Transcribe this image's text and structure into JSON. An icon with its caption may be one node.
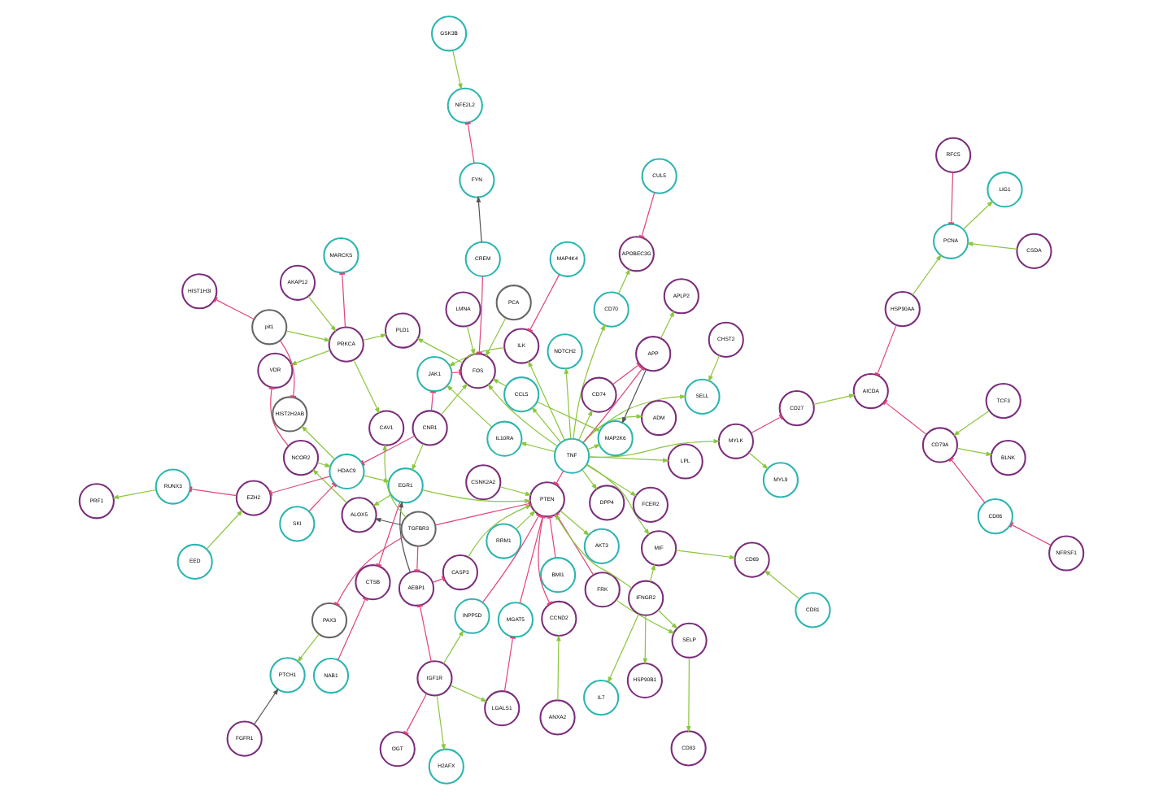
{
  "diagram": {
    "nodes": [
      {
        "text": [
          "ANXA2"
        ]
      },
      {
        "text": [
          "CHST2"
        ]
      },
      {
        "text": [
          "CD83"
        ]
      },
      {
        "text": [
          "CUL5"
        ]
      },
      {
        "text": [
          "CCND2"
        ]
      },
      {
        "text": [
          "BMI1"
        ]
      },
      {
        "text": [
          "RRM1"
        ]
      },
      {
        "text": [
          "SELL"
        ]
      },
      {
        "text": [
          "FRK"
        ]
      },
      {
        "text": [
          "MGAT5"
        ]
      },
      {
        "text": [
          "HSP90B1"
        ]
      },
      {
        "text": [
          "APOBEC3G"
        ]
      },
      {
        "text": [
          "SELP"
        ]
      },
      {
        "text": [
          "LGALS1"
        ]
      },
      {
        "text": [
          "AKT3"
        ]
      },
      {
        "text": [
          "BLNK"
        ]
      },
      {
        "text": [
          "TCF3"
        ]
      },
      {
        "text": [
          "CD81"
        ]
      },
      {
        "text": [
          "CD70"
        ]
      },
      {
        "text": [
          "DPP4"
        ]
      },
      {
        "text": [
          "NFRSF1"
        ]
      },
      {
        "text": [
          "OGT"
        ]
      },
      {
        "text": [
          "H2AFX"
        ]
      },
      {
        "text": [
          "INPP5D"
        ]
      },
      {
        "text": [
          "PTEN"
        ]
      },
      {
        "text": [
          "IFNGR2"
        ]
      },
      {
        "text": [
          "CD69"
        ]
      },
      {
        "text": [
          "MIF"
        ]
      },
      {
        "text": [
          "CD79A"
        ]
      },
      {
        "text": [
          "IGF1R"
        ]
      },
      {
        "text": [
          "AEBP1"
        ]
      },
      {
        "text": [
          "CASP3"
        ]
      },
      {
        "text": [
          "IL7"
        ]
      },
      {
        "text": [
          "IL10RA"
        ]
      },
      {
        "text": [
          "TNF"
        ]
      },
      {
        "text": [
          "CD86"
        ]
      },
      {
        "text": [
          "PAX3"
        ]
      },
      {
        "text": [
          "TGFBR3"
        ]
      },
      {
        "text": [
          "CSNK2A2"
        ]
      },
      {
        "text": [
          "ILK"
        ]
      },
      {
        "text": [
          "ADM"
        ]
      },
      {
        "text": [
          "NOTCH2"
        ]
      },
      {
        "text": [
          "CD27"
        ]
      },
      {
        "text": [
          "AICDA"
        ]
      },
      {
        "text": [
          "NAB1"
        ]
      },
      {
        "text": [
          "CTSB"
        ]
      },
      {
        "text": [
          "EGR1"
        ]
      },
      {
        "text": [
          "JAK1"
        ]
      },
      {
        "text": [
          "MAP4K4"
        ]
      },
      {
        "text": [
          "LPL"
        ]
      },
      {
        "text": [
          "CD74"
        ]
      },
      {
        "text": [
          "HSP90AA"
        ]
      },
      {
        "text": [
          "PTCH1"
        ]
      },
      {
        "text": [
          "CAV1"
        ]
      },
      {
        "text": [
          "ALOX5"
        ]
      },
      {
        "text": [
          "MYLK"
        ]
      },
      {
        "text": [
          "FCER2"
        ]
      },
      {
        "text": [
          "PRF1"
        ]
      },
      {
        "text": [
          "CCL5"
        ]
      },
      {
        "text": [
          "APP"
        ]
      },
      {
        "text": [
          "FOS"
        ]
      },
      {
        "text": [
          "CNR1"
        ]
      },
      {
        "text": [
          "NCOR2"
        ]
      },
      {
        "text": [
          "FGFR1"
        ]
      },
      {
        "text": [
          "PCNA"
        ]
      },
      {
        "text": [
          "CSDA"
        ]
      },
      {
        "text": [
          "MAP2K6"
        ]
      },
      {
        "text": [
          "VDR"
        ]
      },
      {
        "text": [
          "HDAC9"
        ]
      },
      {
        "text": [
          "PLD1"
        ]
      },
      {
        "text": [
          "MYL9"
        ]
      },
      {
        "text": [
          "RFC5"
        ]
      },
      {
        "text": [
          "PRKCA"
        ]
      },
      {
        "text": [
          "PCA"
        ]
      },
      {
        "text": [
          "RUNX3"
        ]
      },
      {
        "text": [
          "CREM"
        ]
      },
      {
        "text": [
          "LIG1"
        ]
      },
      {
        "text": [
          "AKAP12"
        ]
      },
      {
        "text": [
          "HIST2H2AB"
        ]
      },
      {
        "text": [
          "SKI"
        ]
      },
      {
        "text": [
          "EZH2"
        ]
      },
      {
        "text": [
          "LMNA"
        ]
      },
      {
        "text": [
          "APLP2"
        ]
      },
      {
        "text": [
          "FYN"
        ]
      },
      {
        "text": [
          "NFE2L2"
        ]
      },
      {
        "text": [
          "MARCKS"
        ]
      },
      {
        "text": [
          "pit1"
        ]
      },
      {
        "text": [
          "GSK3B"
        ]
      },
      {
        "text": [
          "HIST1H3I"
        ]
      },
      {
        "text": [
          "EED"
        ]
      }
    ],
    "edges": [
      {
        "from": 0,
        "to": 4,
        "arrow": "to"
      },
      {
        "from": 1,
        "to": 7,
        "arrow": "to"
      },
      {
        "from": 3,
        "to": 11,
        "arrow": "other",
        "color": "#e0457b"
      },
      {
        "from": 24,
        "to": 4,
        "arrow": "other",
        "color": "#e0457b"
      },
      {
        "from": 5,
        "to": 24,
        "arrow": "other",
        "color": "#e0457b"
      },
      {
        "from": 6,
        "to": 24,
        "arrow": "to"
      },
      {
        "from": 8,
        "to": 24,
        "arrow": "other",
        "color": "#e0457b"
      },
      {
        "from": 8,
        "to": 12,
        "arrow": "to"
      },
      {
        "from": 13,
        "to": 9,
        "arrow": "other",
        "color": "#e0457b"
      },
      {
        "from": 9,
        "to": 24,
        "arrow": "other",
        "color": "#e0457b"
      },
      {
        "from": 24,
        "to": 14,
        "arrow": "to"
      },
      {
        "from": 23,
        "to": 24,
        "arrow": "other",
        "color": "#e0457b"
      },
      {
        "from": 12,
        "to": 2,
        "arrow": "to"
      },
      {
        "from": 25,
        "to": 12,
        "arrow": "to"
      },
      {
        "from": 25,
        "to": 10,
        "arrow": "to"
      },
      {
        "from": 25,
        "to": 24,
        "arrow": "to"
      },
      {
        "from": 25,
        "to": 32,
        "arrow": "to"
      },
      {
        "from": 25,
        "to": 27,
        "arrow": "to"
      },
      {
        "from": 34,
        "to": 7,
        "arrow": "to"
      },
      {
        "from": 18,
        "to": 11,
        "arrow": "to"
      },
      {
        "from": 34,
        "to": 18,
        "arrow": "to"
      },
      {
        "from": 34,
        "to": 19,
        "arrow": "to"
      },
      {
        "from": 17,
        "to": 26,
        "arrow": "to"
      },
      {
        "from": 27,
        "to": 26,
        "arrow": "to"
      },
      {
        "from": 34,
        "to": 27,
        "arrow": "to"
      },
      {
        "from": 34,
        "to": 24,
        "arrow": "other",
        "color": "#e0457b"
      },
      {
        "from": 34,
        "to": 33,
        "arrow": "to"
      },
      {
        "from": 34,
        "to": 41,
        "arrow": "to"
      },
      {
        "from": 34,
        "to": 39,
        "arrow": "to"
      },
      {
        "from": 34,
        "to": 49,
        "arrow": "to"
      },
      {
        "from": 34,
        "to": 60,
        "arrow": "to"
      },
      {
        "from": 34,
        "to": 59,
        "arrow": "other",
        "color": "#e0457b"
      },
      {
        "from": 34,
        "to": 58,
        "arrow": "to"
      },
      {
        "from": 34,
        "to": 66,
        "arrow": "to"
      },
      {
        "from": 34,
        "to": 56,
        "arrow": "to"
      },
      {
        "from": 34,
        "to": 40,
        "arrow": "to"
      },
      {
        "from": 28,
        "to": 15,
        "arrow": "to"
      },
      {
        "from": 16,
        "to": 28,
        "arrow": "to"
      },
      {
        "from": 35,
        "to": 28,
        "arrow": "other",
        "color": "#e0457b"
      },
      {
        "from": 20,
        "to": 35,
        "arrow": "other",
        "color": "#e0457b"
      },
      {
        "from": 28,
        "to": 43,
        "arrow": "other",
        "color": "#e0457b"
      },
      {
        "from": 42,
        "to": 43,
        "arrow": "to"
      },
      {
        "from": 51,
        "to": 43,
        "arrow": "other",
        "color": "#e0457b"
      },
      {
        "from": 55,
        "to": 42,
        "arrow": "other",
        "color": "#e0457b"
      },
      {
        "from": 51,
        "to": 64,
        "arrow": "to"
      },
      {
        "from": 65,
        "to": 64,
        "arrow": "to"
      },
      {
        "from": 71,
        "to": 64,
        "arrow": "other",
        "color": "#e0457b"
      },
      {
        "from": 64,
        "to": 76,
        "arrow": "to"
      },
      {
        "from": 29,
        "to": 21,
        "arrow": "other",
        "color": "#e0457b"
      },
      {
        "from": 29,
        "to": 13,
        "arrow": "to"
      },
      {
        "from": 29,
        "to": 22,
        "arrow": "to"
      },
      {
        "from": 29,
        "to": 23,
        "arrow": "to"
      },
      {
        "from": 29,
        "to": 30,
        "arrow": "other",
        "color": "#e0457b"
      },
      {
        "from": 37,
        "to": 36,
        "arrow": "other",
        "color": "#e0457b"
      },
      {
        "from": 37,
        "to": 30,
        "arrow": "other",
        "color": "#e0457b"
      },
      {
        "from": 37,
        "to": 24,
        "arrow": "other",
        "color": "#e0457b"
      },
      {
        "from": 37,
        "to": 54,
        "arrow": "to",
        "color": "#555555"
      },
      {
        "from": 37,
        "to": 53,
        "arrow": "to"
      },
      {
        "from": 30,
        "to": 46,
        "arrow": "to",
        "color": "#555555"
      },
      {
        "from": 30,
        "to": 31,
        "arrow": "other",
        "color": "#e0457b"
      },
      {
        "from": 31,
        "to": 24,
        "arrow": "to"
      },
      {
        "from": 44,
        "to": 45,
        "arrow": "other",
        "color": "#e0457b"
      },
      {
        "from": 46,
        "to": 45,
        "arrow": "other",
        "color": "#e0457b"
      },
      {
        "from": 46,
        "to": 54,
        "arrow": "to"
      },
      {
        "from": 36,
        "to": 52,
        "arrow": "to"
      },
      {
        "from": 63,
        "to": 52,
        "arrow": "to",
        "color": "#555555"
      },
      {
        "from": 62,
        "to": 67,
        "arrow": "other",
        "color": "#e0457b"
      },
      {
        "from": 62,
        "to": 68,
        "arrow": "to"
      },
      {
        "from": 54,
        "to": 62,
        "arrow": "to"
      },
      {
        "from": 68,
        "to": 46,
        "arrow": "to"
      },
      {
        "from": 61,
        "to": 46,
        "arrow": "to"
      },
      {
        "from": 61,
        "to": 68,
        "arrow": "other",
        "color": "#e0457b"
      },
      {
        "from": 72,
        "to": 69,
        "arrow": "to"
      },
      {
        "from": 72,
        "to": 67,
        "arrow": "to"
      },
      {
        "from": 72,
        "to": 53,
        "arrow": "to"
      },
      {
        "from": 77,
        "to": 72,
        "arrow": "to"
      },
      {
        "from": 72,
        "to": 85,
        "arrow": "other",
        "color": "#e0457b"
      },
      {
        "from": 86,
        "to": 72,
        "arrow": "to"
      },
      {
        "from": 86,
        "to": 78,
        "arrow": "other",
        "color": "#e0457b"
      },
      {
        "from": 86,
        "to": 88,
        "arrow": "other",
        "color": "#e0457b"
      },
      {
        "from": 68,
        "to": 78,
        "arrow": "to"
      },
      {
        "from": 79,
        "to": 68,
        "arrow": "other",
        "color": "#e0457b"
      },
      {
        "from": 68,
        "to": 80,
        "arrow": "other",
        "color": "#e0457b"
      },
      {
        "from": 89,
        "to": 80,
        "arrow": "to"
      },
      {
        "from": 80,
        "to": 74,
        "arrow": "other",
        "color": "#e0457b"
      },
      {
        "from": 61,
        "to": 47,
        "arrow": "other",
        "color": "#e0457b"
      },
      {
        "from": 61,
        "to": 60,
        "arrow": "to"
      },
      {
        "from": 47,
        "to": 60,
        "arrow": "other",
        "color": "#e0457b"
      },
      {
        "from": 48,
        "to": 39,
        "arrow": "other",
        "color": "#e0457b"
      },
      {
        "from": 39,
        "to": 47,
        "arrow": "to"
      },
      {
        "from": 60,
        "to": 69,
        "arrow": "to"
      },
      {
        "from": 73,
        "to": 60,
        "arrow": "to"
      },
      {
        "from": 81,
        "to": 60,
        "arrow": "to"
      },
      {
        "from": 75,
        "to": 60,
        "arrow": "other",
        "color": "#e0457b"
      },
      {
        "from": 74,
        "to": 57,
        "arrow": "to"
      },
      {
        "from": 59,
        "to": 82,
        "arrow": "to"
      },
      {
        "from": 59,
        "to": 66,
        "arrow": "to",
        "color": "#555555"
      },
      {
        "from": 75,
        "to": 83,
        "arrow": "to",
        "color": "#555555"
      },
      {
        "from": 83,
        "to": 84,
        "arrow": "other",
        "color": "#e0457b"
      },
      {
        "from": 87,
        "to": 84,
        "arrow": "to"
      },
      {
        "from": 55,
        "to": 70,
        "arrow": "to"
      },
      {
        "from": 58,
        "to": 66,
        "arrow": "to"
      },
      {
        "from": 58,
        "to": 60,
        "arrow": "to"
      },
      {
        "from": 50,
        "to": 59,
        "arrow": "other",
        "color": "#e0457b"
      },
      {
        "from": 33,
        "to": 47,
        "arrow": "to"
      },
      {
        "from": 38,
        "to": 24,
        "arrow": "to"
      },
      {
        "from": 46,
        "to": 24,
        "arrow": "to"
      },
      {
        "from": 34,
        "to": 50,
        "arrow": "to"
      },
      {
        "from": 34,
        "to": 55,
        "arrow": "to"
      }
    ]
  }
}
